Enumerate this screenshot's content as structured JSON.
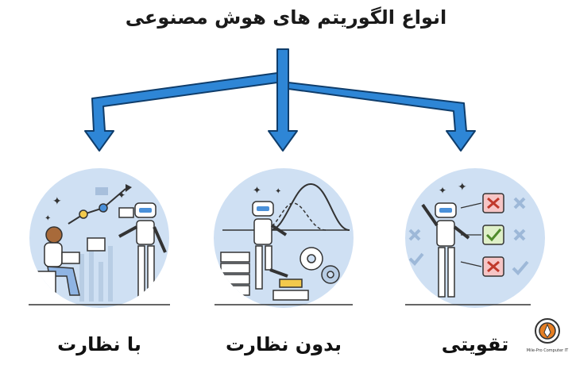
{
  "title": "انواع الگوریتم های هوش مصنوعی",
  "categories": [
    {
      "label": "با نظارت"
    },
    {
      "label": "بدون نظارت"
    },
    {
      "label": "تقویتی"
    }
  ],
  "logo": {
    "text": "Mile-Pro Computer IT"
  },
  "colors": {
    "arrow": "#2e86d6",
    "arrow_outline": "#0f3d6b",
    "circle": "#cfe0f3",
    "robot": "#ffffff",
    "accent": "#4a90d9"
  }
}
